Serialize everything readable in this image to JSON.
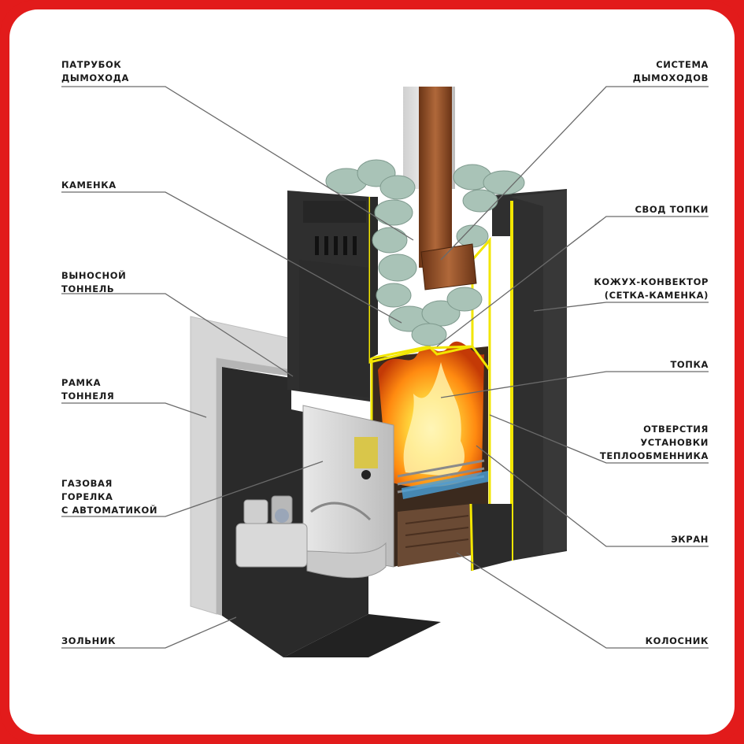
{
  "labels": {
    "chimney_pipe": "ПАТРУБОК\nДЫМОХОДА",
    "stone_compartment": "КАМЕНКА",
    "remote_tunnel": "ВЫНОСНОЙ\nТОННЕЛЬ",
    "tunnel_frame": "РАМКА\nТОННЕЛЯ",
    "gas_burner": "ГАЗОВАЯ\nГОРЕЛКА\nС АВТОМАТИКОЙ",
    "ash_pan": "ЗОЛЬНИК",
    "flue_system": "СИСТЕМА\nДЫМОХОДОВ",
    "firebox_vault": "СВОД ТОПКИ",
    "convector_casing": "КОЖУХ-КОНВЕКТОР\n(СЕТКА-КАМЕНКА)",
    "firebox": "ТОПКА",
    "exchanger_holes": "ОТВЕРСТИЯ\nУСТАНОВКИ\nТЕПЛООБМЕННИКА",
    "screen": "ЭКРАН",
    "grate": "КОЛОСНИК"
  },
  "colors": {
    "border": "#e21b1b",
    "background": "#ffffff",
    "steel": "#2b2b2b",
    "frame_metal": "#d7d7d7",
    "highlight": "#f2e600",
    "flame": "#ff9a1a",
    "stones": "#a9c3b7",
    "copper": "#8a4a22"
  }
}
